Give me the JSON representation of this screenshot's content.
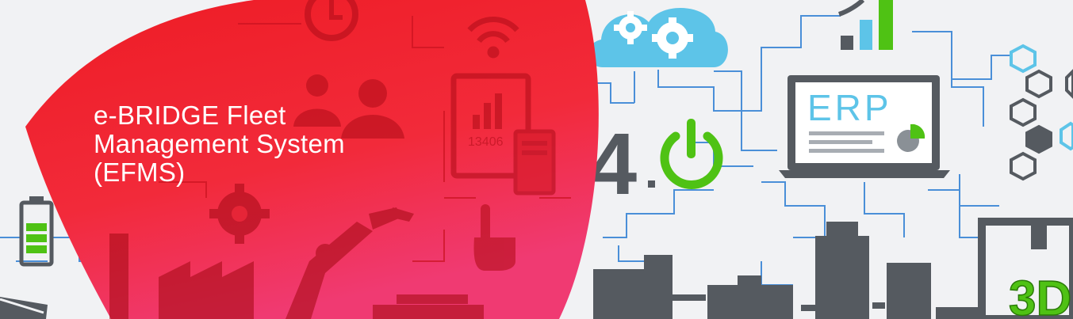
{
  "banner": {
    "title_lines": [
      "e-BRIDGE Fleet",
      "Management System",
      "(EFMS)"
    ],
    "badges": {
      "erp": "ERP",
      "industry_number": "4",
      "tablet_counter": "13406",
      "three_d": "3D"
    },
    "colors": {
      "red_overlay": "#f4202e",
      "pink_overlay": "#f0306a",
      "circuit_line": "#4a8fd8",
      "dark_gray": "#555a60",
      "green": "#4fc214",
      "cyan": "#5dc4e8"
    },
    "icons": [
      "cloud-gears-icon",
      "signal-bars-icon",
      "hexagon-cluster-icon",
      "laptop-erp-icon",
      "power-icon",
      "battery-icon",
      "gear-icon",
      "robot-arm-icon",
      "factory-icon",
      "people-icon",
      "wifi-icon",
      "clock-icon",
      "tablet-icon",
      "pointer-hand-icon",
      "3d-printer-icon"
    ]
  }
}
